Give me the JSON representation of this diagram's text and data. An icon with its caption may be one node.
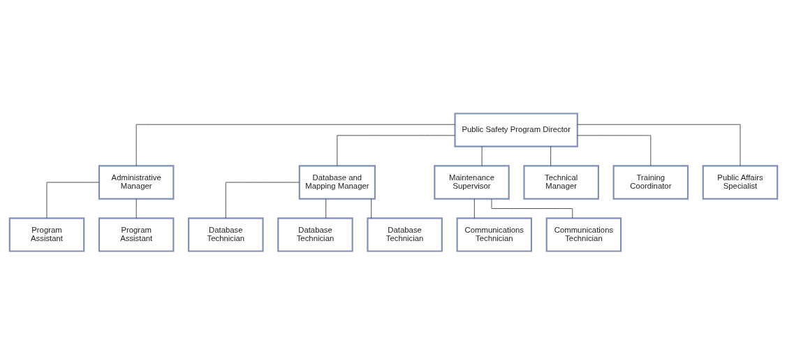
{
  "diagram": {
    "nodes": [
      {
        "text": [
          "Public Safety Program Director"
        ]
      },
      {
        "text": [
          "Administrative Manager"
        ]
      },
      {
        "text": [
          "Database and Mapping Manager"
        ]
      },
      {
        "text": [
          "Maintenance Supervisor"
        ]
      },
      {
        "text": [
          "Technical Manager"
        ]
      },
      {
        "text": [
          "Training Coordinator"
        ]
      },
      {
        "text": [
          "Public Affairs Specialist"
        ]
      },
      {
        "text": [
          "Program Assistant"
        ]
      },
      {
        "text": [
          "Program Assistant"
        ]
      },
      {
        "text": [
          "Database Technician"
        ]
      },
      {
        "text": [
          "Database Technician"
        ]
      },
      {
        "text": [
          "Database Technician"
        ]
      },
      {
        "text": [
          "Communications Technician"
        ]
      },
      {
        "text": [
          "Communications Technician"
        ]
      }
    ],
    "edges": [
      {
        "from": 0,
        "to": 1,
        "arrow": "none"
      },
      {
        "from": 0,
        "to": 2,
        "arrow": "none"
      },
      {
        "from": 0,
        "to": 3,
        "arrow": "none"
      },
      {
        "from": 0,
        "to": 4,
        "arrow": "none"
      },
      {
        "from": 0,
        "to": 5,
        "arrow": "none"
      },
      {
        "from": 0,
        "to": 6,
        "arrow": "none"
      },
      {
        "from": 1,
        "to": 7,
        "arrow": "none"
      },
      {
        "from": 1,
        "to": 8,
        "arrow": "none"
      },
      {
        "from": 2,
        "to": 9,
        "arrow": "none"
      },
      {
        "from": 2,
        "to": 10,
        "arrow": "none"
      },
      {
        "from": 2,
        "to": 11,
        "arrow": "none"
      },
      {
        "from": 3,
        "to": 12,
        "arrow": "none"
      },
      {
        "from": 3,
        "to": 13,
        "arrow": "none"
      }
    ]
  }
}
